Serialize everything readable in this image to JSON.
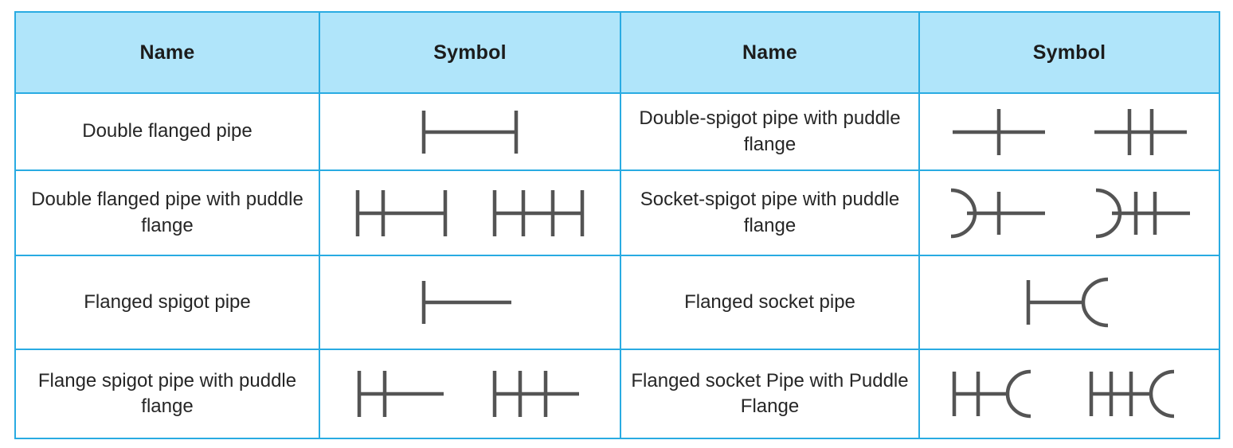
{
  "table": {
    "headers": [
      "Name",
      "Symbol",
      "Name",
      "Symbol"
    ],
    "colors": {
      "header_fill": "#B0E5FA",
      "border": "#29ABE2",
      "symbol_stroke": "#545454",
      "text": "#262626",
      "background": "#FFFFFF"
    },
    "rows": [
      {
        "left_name": "Double flanged pipe",
        "left_symbol": {
          "description": "horizontal pipe line with vertical flange bars at both ends",
          "variants": [
            {
              "name": "double-flanged-pipe",
              "flanges": [
                0,
                100
              ],
              "left_end": "flange",
              "right_end": "flange"
            }
          ]
        },
        "right_name": "Double-spigot pipe with puddle flange",
        "right_symbol": {
          "description": "plain pipe line crossed by one or two puddle-flange bars",
          "variants": [
            {
              "name": "double-spigot-one-puddle",
              "flanges": [
                50
              ],
              "left_end": "open",
              "right_end": "open"
            },
            {
              "name": "double-spigot-two-puddle",
              "flanges": [
                38,
                62
              ],
              "left_end": "open",
              "right_end": "open"
            }
          ]
        }
      },
      {
        "left_name": "Double flanged pipe with puddle flange",
        "left_symbol": {
          "description": "flanged both ends plus one or two intermediate puddle flange bars",
          "variants": [
            {
              "name": "double-flanged-one-puddle",
              "flanges": [
                0,
                33,
                100
              ],
              "left_end": "flange",
              "right_end": "flange"
            },
            {
              "name": "double-flanged-two-puddle",
              "flanges": [
                0,
                33,
                66,
                100
              ],
              "left_end": "flange",
              "right_end": "flange"
            }
          ]
        },
        "right_name": "Socket-spigot pipe with puddle flange",
        "right_symbol": {
          "description": "socket arc at left end, pipe line with one or two puddle flange bars",
          "variants": [
            {
              "name": "socket-spigot-one-puddle",
              "flanges": [
                52
              ],
              "left_end": "socket",
              "right_end": "open"
            },
            {
              "name": "socket-spigot-two-puddle",
              "flanges": [
                44,
                64
              ],
              "left_end": "socket",
              "right_end": "open"
            }
          ]
        }
      },
      {
        "left_name": "Flanged spigot pipe",
        "left_symbol": {
          "description": "flange bar at left end, open spigot at right end",
          "variants": [
            {
              "name": "flanged-spigot-pipe",
              "flanges": [
                0
              ],
              "left_end": "flange",
              "right_end": "open"
            }
          ]
        },
        "right_name": "Flanged socket pipe",
        "right_symbol": {
          "description": "flange bar at left end, socket arc at right end",
          "variants": [
            {
              "name": "flanged-socket-pipe",
              "flanges": [
                0
              ],
              "left_end": "flange",
              "right_end": "socket"
            }
          ]
        }
      },
      {
        "left_name": "Flange spigot pipe with puddle flange",
        "left_symbol": {
          "description": "flange at left end plus one or two puddle flange bars, open spigot right",
          "variants": [
            {
              "name": "flange-spigot-one-puddle",
              "flanges": [
                0,
                30
              ],
              "left_end": "flange",
              "right_end": "open"
            },
            {
              "name": "flange-spigot-two-puddle",
              "flanges": [
                0,
                28,
                56
              ],
              "left_end": "flange",
              "right_end": "open"
            }
          ]
        },
        "right_name": "Flanged socket Pipe with Puddle Flange",
        "right_symbol": {
          "description": "flange at left end plus one or two puddle flange bars, socket arc right",
          "variants": [
            {
              "name": "flanged-socket-one-puddle",
              "flanges": [
                0,
                30
              ],
              "left_end": "flange",
              "right_end": "socket"
            },
            {
              "name": "flanged-socket-two-puddle",
              "flanges": [
                0,
                24,
                48
              ],
              "left_end": "flange",
              "right_end": "socket"
            }
          ]
        }
      }
    ]
  }
}
